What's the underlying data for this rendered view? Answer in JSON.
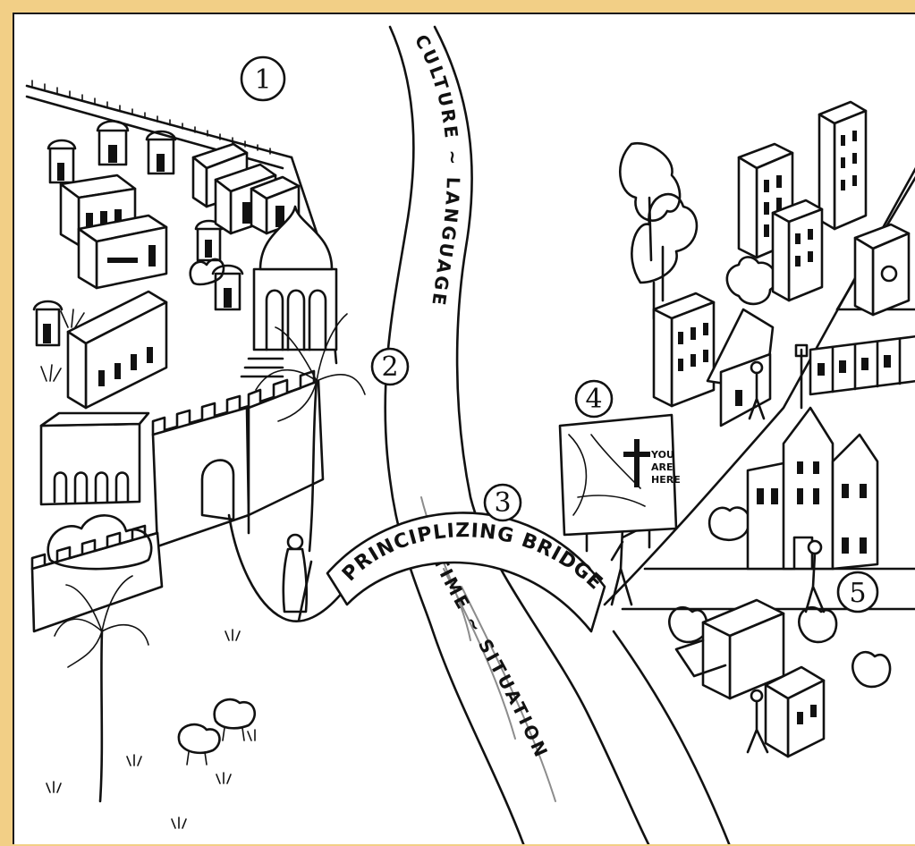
{
  "markers": {
    "one": "1",
    "two": "2",
    "three": "3",
    "four": "4",
    "five": "5"
  },
  "river": {
    "upper_label": "CULTURE ~ LANGUAGE",
    "lower_label": "TIME ~ SITUATION"
  },
  "bridge": {
    "label": "PRINCIPLIZING BRIDGE"
  },
  "billboard": {
    "line1": "YOU",
    "line2": "ARE",
    "line3": "HERE"
  },
  "colors": {
    "ink": "#111111",
    "paper": "#ffffff",
    "background": "#f2cf86",
    "water": "#8c8c8c"
  }
}
